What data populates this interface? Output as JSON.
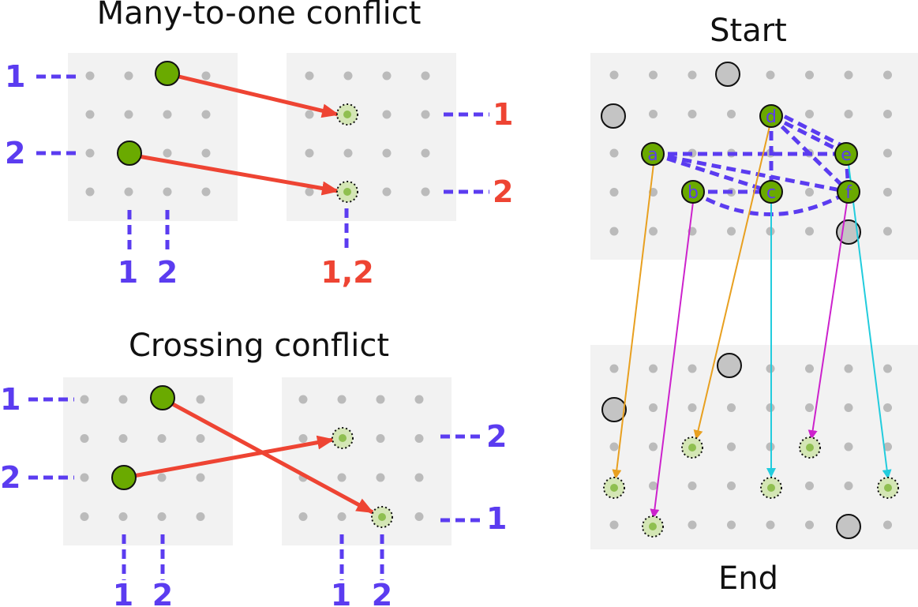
{
  "titles": {
    "many_to_one": "Many-to-one conflict",
    "crossing": "Crossing conflict",
    "start": "Start",
    "end": "End"
  },
  "many_to_one": {
    "left_rows": [
      "1",
      "2"
    ],
    "left_cols": [
      "1",
      "2"
    ],
    "right_rows": [
      "1",
      "2"
    ],
    "right_col": "1,2"
  },
  "crossing": {
    "left_rows": [
      "1",
      "2"
    ],
    "left_cols": [
      "1",
      "2"
    ],
    "right_rows": [
      "2",
      "1"
    ],
    "right_cols": [
      "1",
      "2"
    ]
  },
  "nodes": [
    "a",
    "b",
    "c",
    "d",
    "e",
    "f"
  ],
  "colors": {
    "panel": "#f2f2f2",
    "grid_dot": "#bbbbbb",
    "active_node": "#6aaa00",
    "target_node": "#d4e6b5",
    "obstacle": "#c4c4c4",
    "blue": "#5B3CF0",
    "red": "#EE4433",
    "orange": "#E8A020",
    "magenta": "#CC22CC",
    "cyan": "#22CCDD"
  }
}
